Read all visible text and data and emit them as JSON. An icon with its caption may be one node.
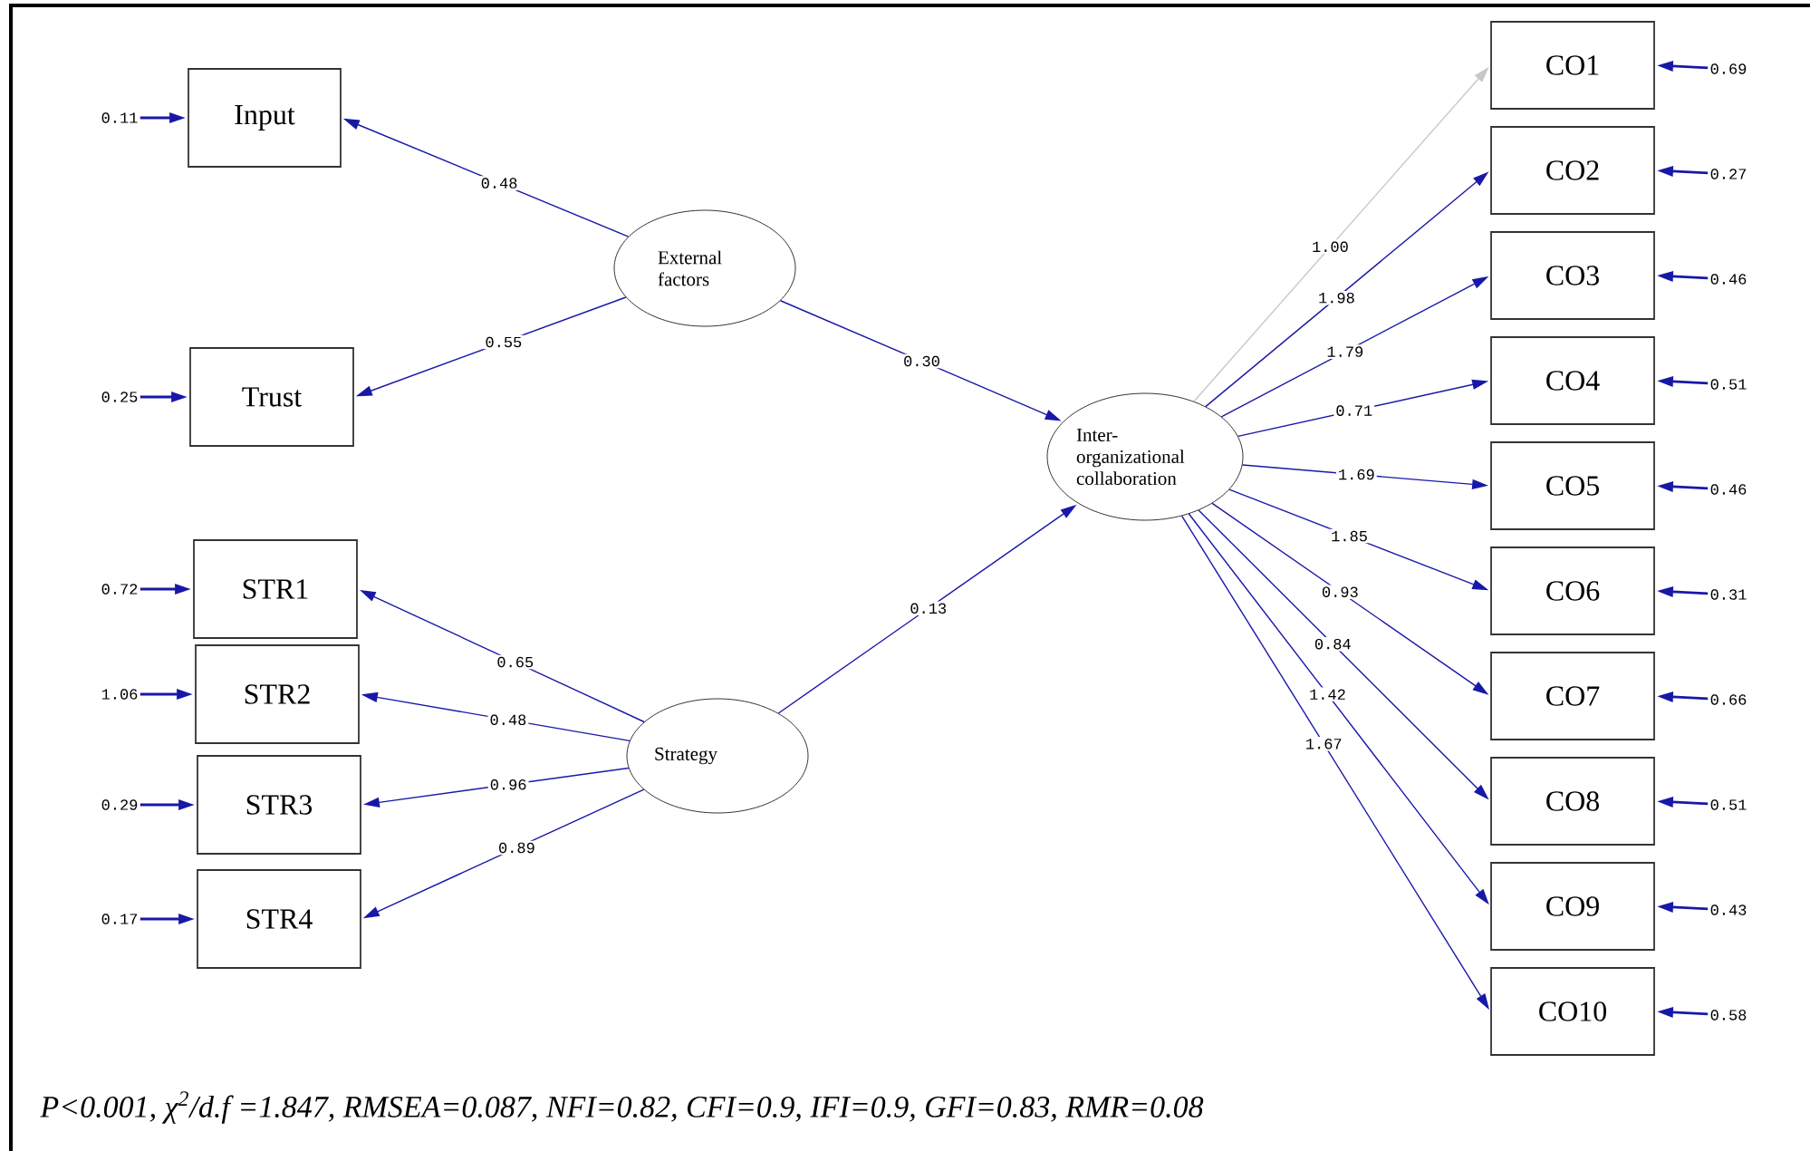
{
  "diagram": {
    "caption": "P<0.001, χ$^{2}$/d.f =1.847, RMSEA=0.087, NFI=0.82, CFI=0.9, IFI=0.9, GFI=0.83, RMR=0.08",
    "nodes": [
      {
        "text": [
          "Input"
        ]
      },
      {
        "text": [
          "Trust"
        ]
      },
      {
        "text": [
          "STR1"
        ]
      },
      {
        "text": [
          "STR2"
        ]
      },
      {
        "text": [
          "STR3"
        ]
      },
      {
        "text": [
          "STR4"
        ]
      },
      {
        "text": [
          "External factors"
        ]
      },
      {
        "text": [
          "Strategy"
        ]
      },
      {
        "text": [
          "Inter- organizational collaboration"
        ]
      },
      {
        "text": [
          "CO1"
        ]
      },
      {
        "text": [
          "CO2"
        ]
      },
      {
        "text": [
          "CO3"
        ]
      },
      {
        "text": [
          "CO4"
        ]
      },
      {
        "text": [
          "CO5"
        ]
      },
      {
        "text": [
          "CO6"
        ]
      },
      {
        "text": [
          "CO7"
        ]
      },
      {
        "text": [
          "CO8"
        ]
      },
      {
        "text": [
          "CO9"
        ]
      },
      {
        "text": [
          "CO10"
        ]
      },
      {
        "text": [
          "0.11"
        ]
      },
      {
        "text": [
          "0.25"
        ]
      },
      {
        "text": [
          "0.72"
        ]
      },
      {
        "text": [
          "1.06"
        ]
      },
      {
        "text": [
          "0.29"
        ]
      },
      {
        "text": [
          "0.17"
        ]
      },
      {
        "text": [
          "0.69"
        ]
      },
      {
        "text": [
          "0.27"
        ]
      },
      {
        "text": [
          "0.46"
        ]
      },
      {
        "text": [
          "0.51"
        ]
      },
      {
        "text": [
          "0.46"
        ]
      },
      {
        "text": [
          "0.31"
        ]
      },
      {
        "text": [
          "0.66"
        ]
      },
      {
        "text": [
          "0.51"
        ]
      },
      {
        "text": [
          "0.43"
        ]
      },
      {
        "text": [
          "0.58"
        ]
      }
    ],
    "edges": [
      {
        "from": 6,
        "to": 0,
        "arrow": "to",
        "label": "0.48"
      },
      {
        "from": 6,
        "to": 1,
        "arrow": "to",
        "label": "0.55"
      },
      {
        "from": 7,
        "to": 2,
        "arrow": "to",
        "label": "0.65"
      },
      {
        "from": 7,
        "to": 3,
        "arrow": "to",
        "label": "0.48"
      },
      {
        "from": 7,
        "to": 4,
        "arrow": "to",
        "label": "0.96"
      },
      {
        "from": 7,
        "to": 5,
        "arrow": "to",
        "label": "0.89"
      },
      {
        "from": 6,
        "to": 8,
        "arrow": "to",
        "label": "0.30"
      },
      {
        "from": 7,
        "to": 8,
        "arrow": "to",
        "label": "0.13"
      },
      {
        "from": 8,
        "to": 9,
        "arrow": "to",
        "label": "1.00",
        "color": "#c8c8c8"
      },
      {
        "from": 8,
        "to": 10,
        "arrow": "to",
        "label": "1.98"
      },
      {
        "from": 8,
        "to": 11,
        "arrow": "to",
        "label": "1.79"
      },
      {
        "from": 8,
        "to": 12,
        "arrow": "to",
        "label": "0.71"
      },
      {
        "from": 8,
        "to": 13,
        "arrow": "to",
        "label": "1.69"
      },
      {
        "from": 8,
        "to": 14,
        "arrow": "to",
        "label": "1.85"
      },
      {
        "from": 8,
        "to": 15,
        "arrow": "to",
        "label": "0.93"
      },
      {
        "from": 8,
        "to": 16,
        "arrow": "to",
        "label": "0.84"
      },
      {
        "from": 8,
        "to": 17,
        "arrow": "to",
        "label": "1.42"
      },
      {
        "from": 8,
        "to": 18,
        "arrow": "to",
        "label": "1.67"
      },
      {
        "from": 19,
        "to": 0,
        "arrow": "to"
      },
      {
        "from": 20,
        "to": 1,
        "arrow": "to"
      },
      {
        "from": 21,
        "to": 2,
        "arrow": "to"
      },
      {
        "from": 22,
        "to": 3,
        "arrow": "to"
      },
      {
        "from": 23,
        "to": 4,
        "arrow": "to"
      },
      {
        "from": 24,
        "to": 5,
        "arrow": "to"
      },
      {
        "from": 25,
        "to": 9,
        "arrow": "to"
      },
      {
        "from": 26,
        "to": 10,
        "arrow": "to"
      },
      {
        "from": 27,
        "to": 11,
        "arrow": "to"
      },
      {
        "from": 28,
        "to": 12,
        "arrow": "to"
      },
      {
        "from": 29,
        "to": 13,
        "arrow": "to"
      },
      {
        "from": 30,
        "to": 14,
        "arrow": "to"
      },
      {
        "from": 31,
        "to": 15,
        "arrow": "to"
      },
      {
        "from": 32,
        "to": 16,
        "arrow": "to"
      },
      {
        "from": 33,
        "to": 17,
        "arrow": "to"
      },
      {
        "from": 34,
        "to": 18,
        "arrow": "to"
      }
    ]
  }
}
